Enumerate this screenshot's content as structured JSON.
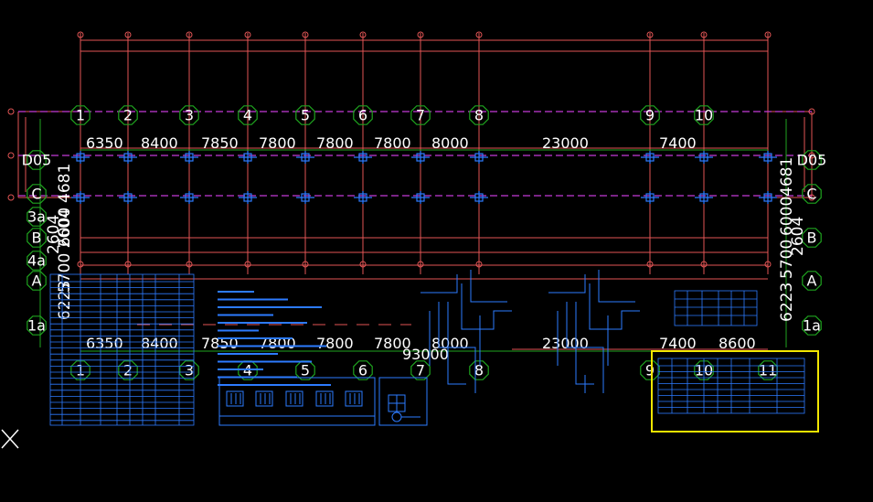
{
  "colors": {
    "background": "#000000",
    "grid_red": "#e25555",
    "dim_green": "#1fa31f",
    "dash_magenta": "#c23bd6",
    "cad_blue": "#2d7bff",
    "highlight_yellow": "#f2e600",
    "text": "#ffffff"
  },
  "axes_numbers": [
    "1",
    "2",
    "3",
    "4",
    "5",
    "6",
    "7",
    "8",
    "9",
    "10"
  ],
  "axes_numbers_bottom": [
    "1",
    "2",
    "3",
    "4",
    "5",
    "6",
    "7",
    "8",
    "9",
    "10",
    "11"
  ],
  "top_dimensions": [
    "6350",
    "8400",
    "7850",
    "7800",
    "7800",
    "7800",
    "8000",
    "23000",
    "7400"
  ],
  "bottom_dimensions": [
    "6350",
    "8400",
    "7850",
    "7800",
    "7800",
    "7800",
    "8000",
    "23000",
    "7400",
    "8600"
  ],
  "total_dimension": "93000",
  "left_axis_letters": [
    "D05",
    "C",
    "3a",
    "B",
    "4a",
    "A",
    "1a"
  ],
  "right_axis_letters": [
    "D05",
    "C",
    "B",
    "A",
    "1a"
  ],
  "left_vertical_dims": [
    "4681",
    "6000",
    "2604",
    "6223"
  ],
  "left_vertical_overlap": "5700 2604",
  "right_vertical_dims": [
    "4681",
    "6000",
    "2604",
    "5700",
    "6223"
  ],
  "ucs_icon": "ucs-cross-icon"
}
